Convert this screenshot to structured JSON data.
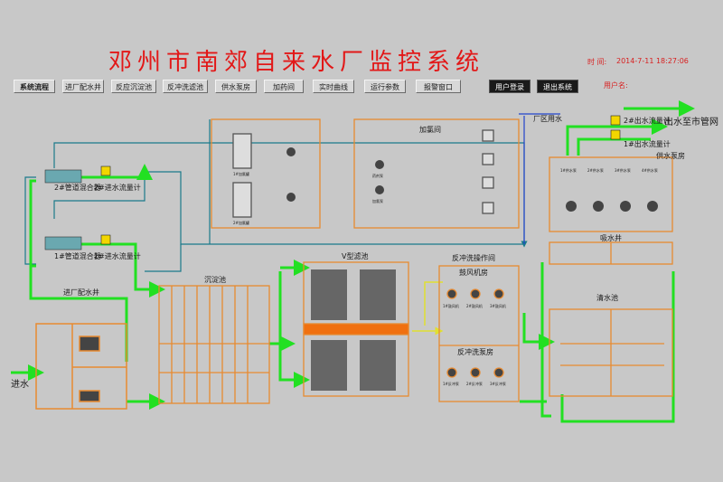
{
  "title": "邓州市南郊自来水厂监控系统",
  "info": {
    "time_label": "时 间:",
    "time_value": "2014-7-11 18:27:06",
    "user_label": "用户名:"
  },
  "nav": [
    {
      "label": "系统流程"
    },
    {
      "label": "进厂配水井"
    },
    {
      "label": "反应沉淀池"
    },
    {
      "label": "反冲洗滤池"
    },
    {
      "label": "供水泵房"
    },
    {
      "label": "加药间"
    },
    {
      "label": "实时曲线"
    },
    {
      "label": "运行参数"
    },
    {
      "label": "报警窗口"
    },
    {
      "label": "用户登录"
    },
    {
      "label": "退出系统"
    }
  ],
  "labels": {
    "mixer2": "2#管道混合器",
    "mixer1": "1#管道混合器",
    "flow_in2": "2#进水流量计",
    "flow_in1": "1#进水流量计",
    "inlet_well": "进厂配水井",
    "inlet_water": "进水",
    "sediment_tank": "沉淀池",
    "v_filter": "V型滤池",
    "backwash_room": "反冲洗操作间",
    "blower_room": "鼓风机房",
    "backwash_pump_room": "反冲洗泵房",
    "dosing_room": "加氯间",
    "plant_water": "厂区用水",
    "flow_out2": "2#出水流量计",
    "flow_out1": "1#出水流量计",
    "outlet": "出水至市管网",
    "supply_pump_room": "供水泵房",
    "suction_well": "吸水井",
    "clear_tank": "清水池",
    "chlorinator1": "1#加氯罐",
    "chlorinator2": "2#加氯罐",
    "jet1": "药剂泵",
    "jet2": "加氯泵",
    "blower1": "1#鼓风机",
    "blower2": "2#鼓风机",
    "blower3": "3#鼓风机",
    "bw_pump1": "1#反冲泵",
    "bw_pump2": "2#反冲泵",
    "bw_pump3": "3#反冲泵",
    "supply_pump1": "1#供水泵",
    "supply_pump2": "2#供水泵",
    "supply_pump3": "3#供水泵",
    "supply_pump4": "4#供水泵"
  },
  "colors": {
    "background": "#c8c8c8",
    "water_flow": "#22e022",
    "equipment_frame": "#e88a30",
    "dosing_line": "#1a7a8a",
    "title": "#e21818"
  }
}
